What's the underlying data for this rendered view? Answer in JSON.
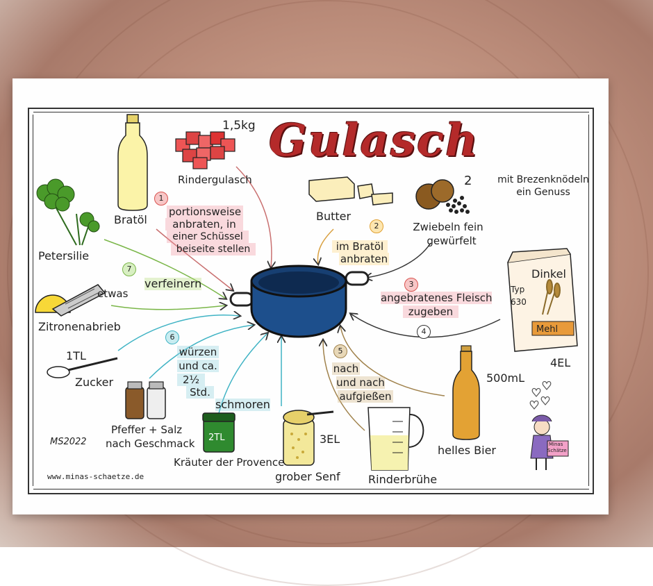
{
  "title": "Gulasch",
  "subtitle": "mit Brezenknödeln ein Genuss",
  "subtitle_line1": "mit Brezenknödeln",
  "subtitle_line2": "ein Genuss",
  "ingredients": {
    "rindergulasch": {
      "label": "Rindergulasch",
      "amount": "1,5kg"
    },
    "bratoel": {
      "label": "Bratöl"
    },
    "butter": {
      "label": "Butter"
    },
    "zwiebeln": {
      "label_line1": "Zwiebeln fein",
      "label_line2": "gewürfelt",
      "amount": "2"
    },
    "dinkel": {
      "brand": "Dinkel",
      "type_line1": "Typ",
      "type_line2": "630",
      "mehl": "Mehl",
      "amount": "4EL"
    },
    "petersilie": {
      "label": "Petersilie"
    },
    "zitrone": {
      "label": "Zitronenabrieb",
      "amount": "etwas"
    },
    "zucker": {
      "label": "Zucker",
      "amount": "1TL"
    },
    "pfeffer_salz": {
      "label_line1": "Pfeffer + Salz",
      "label_line2": "nach Geschmack"
    },
    "kraeuter": {
      "label": "Kräuter der Provence",
      "amount": "2TL"
    },
    "senf": {
      "label": "grober Senf",
      "amount": "3EL"
    },
    "bruehe": {
      "label": "Rinderbrühe"
    },
    "bier": {
      "label": "helles Bier",
      "amount": "500mL"
    }
  },
  "steps": [
    {
      "num": "1",
      "lines": [
        "portionsweise",
        "anbraten, in",
        "einer Schüssel",
        "beiseite stellen"
      ]
    },
    {
      "num": "2",
      "lines": [
        "im Bratöl",
        "anbraten"
      ]
    },
    {
      "num": "3",
      "lines": [
        "angebratenes Fleisch",
        "zugeben"
      ]
    },
    {
      "num": "4",
      "lines": []
    },
    {
      "num": "5",
      "lines": [
        "nach",
        "und nach",
        "aufgießen"
      ]
    },
    {
      "num": "6",
      "lines": [
        "würzen",
        "und ca.",
        "2½",
        "Std."
      ]
    },
    {
      "num": "7",
      "lines": [
        "verfeinern"
      ]
    }
  ],
  "schmoren": "schmoren",
  "signature": "MS2022",
  "website": "www.minas-schaetze.de",
  "mascot_sign_line1": "Minas",
  "mascot_sign_line2": "Schätze",
  "colors": {
    "title": "#b42a2a",
    "pot": "#1d4f8c",
    "step1": "#d9534f",
    "step2": "#e0a030",
    "step3": "#d9534f",
    "step6": "#3fb3c4",
    "step7": "#7ab648",
    "step5": "#a0824c"
  }
}
